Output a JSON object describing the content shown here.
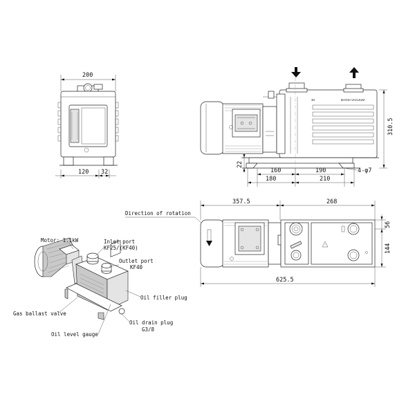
{
  "front_view": {
    "dim_width": "200",
    "dim_left": "120",
    "dim_right": "32"
  },
  "side_view": {
    "dim_height": "310.5",
    "dim_base": "22",
    "dim_160": "160",
    "dim_190": "190",
    "dim_holes": "4-φ7",
    "dim_180": "180",
    "dim_210": "210",
    "brand": "BAOSI VACUUM",
    "model": "30"
  },
  "top_view": {
    "direction_label": "Direction of rotation",
    "dim_357": "357.5",
    "dim_268": "268",
    "dim_56": "56",
    "dim_144": "144",
    "dim_625": "625.5"
  },
  "iso_view": {
    "motor": "Motor: 1.1kW",
    "inlet_port": "Inlet port",
    "inlet_spec": "KF25/(KF40)",
    "outlet_port": "Outlet port",
    "outlet_spec": "KF40",
    "oil_filler": "Oil filler plug",
    "gas_ballast": "Gas ballast valve",
    "oil_drain": "Oil drain plug",
    "oil_drain_spec": "G3/8",
    "oil_level": "Oil level gauge"
  }
}
